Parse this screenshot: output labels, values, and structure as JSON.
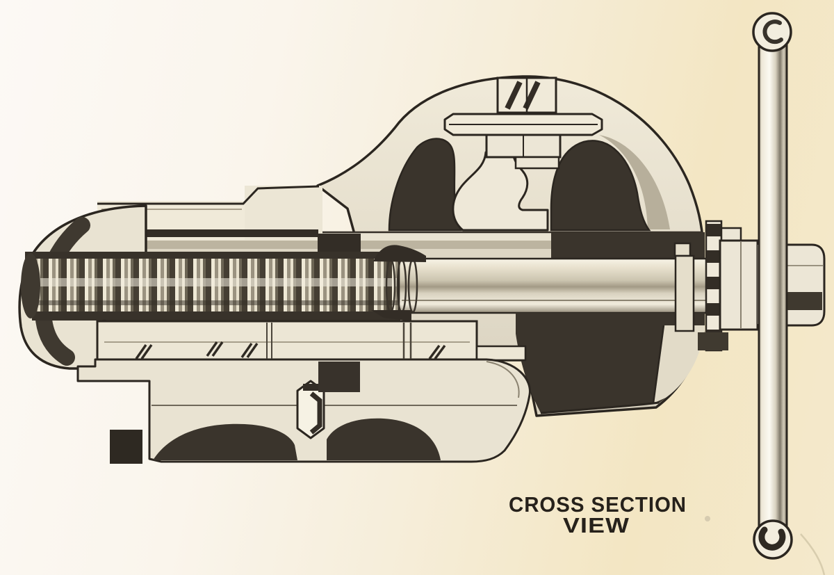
{
  "figure": {
    "caption_line1": "CROSS SECTION",
    "caption_line2": "VIEW",
    "type": "technical-illustration",
    "subject": "Cutaway cross section of a machinist bench vise",
    "components": [
      "movable-jaw-nose",
      "main-screw-acme-thread",
      "main-screw-shaft",
      "slide-top-plate",
      "slide-lower-bar",
      "vise-body-dome",
      "internal-cavity-left",
      "internal-cavity-right",
      "spindle-cavity",
      "lock-bolt",
      "lock-cross-bar",
      "thrust-washer",
      "screw-collar",
      "screw-hub",
      "screw-end-cap",
      "swivel-base",
      "base-lock-slot",
      "base-foot-left",
      "base-foot-right",
      "handle-bar",
      "handle-ball-top",
      "handle-ball-bottom"
    ]
  },
  "colors": {
    "paper_highlight": "#fbf8f4",
    "paper_cream": "#f3e7c6",
    "ink_outline": "#2b2620",
    "metal_light": "#ece6d5",
    "metal_shadow": "#bcb4a0",
    "cavity_dark": "#3a342c",
    "caption_ink": "#26211b"
  }
}
